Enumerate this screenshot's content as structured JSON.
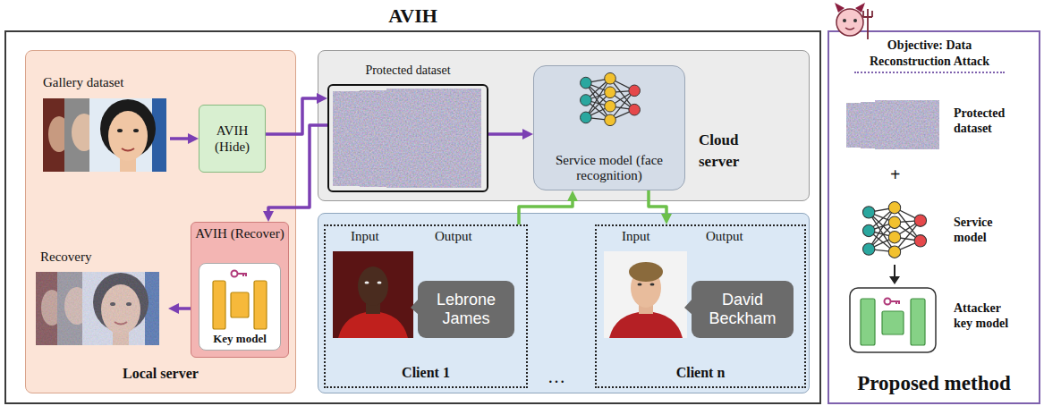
{
  "diagram": {
    "nodes": [
      {
        "text": [
          "AVIH"
        ]
      },
      {
        "text": [
          "Local server"
        ],
        "in": 0
      },
      {
        "text": [
          "Gallery dataset"
        ],
        "in": 1
      },
      {
        "text": [
          "AVIH (Hide)"
        ],
        "in": 1
      },
      {
        "text": [
          "Recovery"
        ],
        "in": 1
      },
      {
        "text": [
          "AVIH (Recover)"
        ],
        "in": 1
      },
      {
        "text": [
          "Key model"
        ],
        "in": 5
      },
      {
        "text": [
          "Cloud server"
        ],
        "in": 0
      },
      {
        "text": [
          "Protected dataset"
        ],
        "in": 7
      },
      {
        "text": [
          "Service model (face recognition)"
        ],
        "in": 7
      },
      {
        "text": [
          "Input",
          "Output",
          "Client 1"
        ],
        "in": 0
      },
      {
        "text": [
          "Lebrone James"
        ],
        "in": 10
      },
      {
        "text": [
          "Input",
          "Output",
          "Client n"
        ],
        "in": 0
      },
      {
        "text": [
          "David Beckham"
        ],
        "in": 12
      },
      {
        "text": [
          "Objective: Data Reconstruction Attack",
          "Proposed method"
        ]
      }
    ],
    "edges": [
      {
        "from": 2,
        "to": 3,
        "arrow": "to"
      },
      {
        "from": 3,
        "to": 8,
        "arrow": "to"
      },
      {
        "from": 8,
        "to": 9,
        "arrow": "to"
      },
      {
        "from": 8,
        "to": 5,
        "arrow": "to"
      },
      {
        "from": 5,
        "to": 4,
        "arrow": "to"
      },
      {
        "from": 10,
        "to": 9,
        "arrow": "to"
      },
      {
        "from": 9,
        "to": 12,
        "arrow": "to"
      }
    ],
    "labels": [
      "…",
      "Protected dataset",
      "+",
      "Service model",
      "Attacker key model"
    ]
  }
}
